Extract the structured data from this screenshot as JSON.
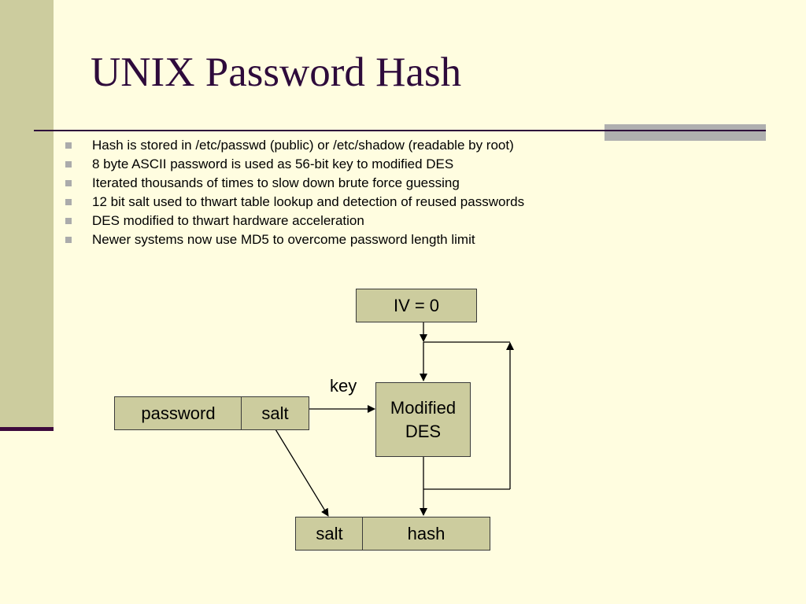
{
  "slide": {
    "title": "UNIX Password Hash",
    "bullets": [
      "Hash is stored in /etc/passwd (public) or /etc/shadow (readable by root)",
      "8 byte ASCII password is used as 56-bit key to modified DES",
      "Iterated thousands of times to slow down brute force guessing",
      "12 bit salt used to thwart table lookup and detection of reused passwords",
      "DES modified to thwart hardware acceleration",
      "Newer systems now use MD5 to overcome password length limit"
    ]
  },
  "diagram": {
    "iv_box": "IV = 0",
    "des_box_line1": "Modified",
    "des_box_line2": "DES",
    "key_label": "key",
    "input_password": "password",
    "input_salt": "salt",
    "output_salt": "salt",
    "output_hash": "hash"
  },
  "colors": {
    "background": "#FFFDE0",
    "sidebar": "#CCCC9E",
    "title": "#2E0B3B",
    "box_fill": "#CCCC9E",
    "bullet": "#ABABAB"
  }
}
